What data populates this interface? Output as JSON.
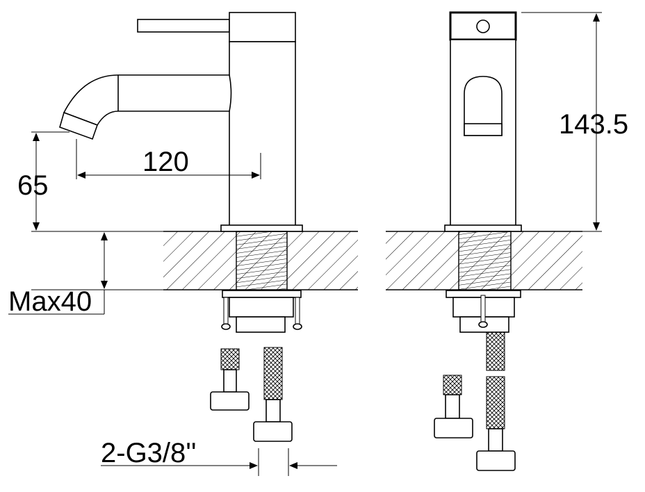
{
  "drawing": {
    "dimensions": {
      "spout_height": "65",
      "spout_reach": "120",
      "total_height": "143.5",
      "max_counter_thickness": "Max40",
      "connection": "2-G3/8''"
    },
    "colors": {
      "line": "#000000",
      "background": "#ffffff"
    }
  }
}
